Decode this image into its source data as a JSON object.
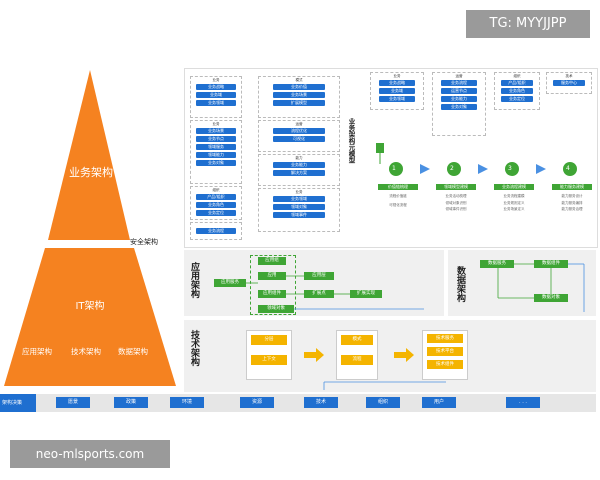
{
  "watermark_top": "TG: MYYJJPP",
  "watermark_bottom": "neo-mlsports.com",
  "pyramid": {
    "top_label": "业务架构",
    "security_label": "安全架构",
    "middle_label": "IT架构",
    "bottom_labels": [
      "应用架构",
      "技术架构",
      "数据架构"
    ]
  },
  "business_model": {
    "side_label": "业务架构元模型",
    "col1": [
      {
        "title": "业务",
        "items": [
          "业务战略",
          "业务域",
          "业务领域"
        ]
      },
      {
        "title": "业务",
        "items": [
          "业务场景",
          "业务节点",
          "领域服务",
          "领域能力",
          "业务对象"
        ]
      },
      {
        "title": "组织",
        "items": [
          "产品/组织",
          "业务角色",
          "业务定位"
        ]
      },
      {
        "title": "",
        "items": [
          "业务流程"
        ]
      }
    ],
    "col2": [
      {
        "title": "模式",
        "items": [
          "业务价值",
          "业务场景",
          "扩展模型"
        ]
      },
      {
        "title": "运营",
        "items": [
          "流程优化",
          "可视化"
        ]
      },
      {
        "title": "能力",
        "items": [
          "业务能力",
          "解决方案"
        ]
      },
      {
        "title": "业务",
        "items": [
          "业务领域",
          "领域对象",
          "领域事件"
        ]
      }
    ],
    "top_groups": [
      {
        "title": "业务",
        "items": [
          "业务战略",
          "业务域",
          "业务领域"
        ]
      },
      {
        "title": "运营",
        "items": [
          "业务流程",
          "运营节点",
          "业务能力",
          "业务对象"
        ]
      },
      {
        "title": "组织",
        "items": [
          "产品/组织",
          "业务角色",
          "业务定位"
        ]
      },
      {
        "title": "技术",
        "items": [
          "服务中心"
        ]
      }
    ],
    "steps": [
      "1",
      "2",
      "3",
      "4"
    ],
    "step_titles": [
      "价值链梳理",
      "领域模型建模",
      "业务流程建模",
      "能力服务建模"
    ],
    "step_details": [
      [
        "流程价值链",
        "可视化流程"
      ],
      [
        "业务活动梳理",
        "领域对象识别",
        "领域事件识别"
      ],
      [
        "业务流程建模",
        "业务规则定义",
        "业务场景定义"
      ],
      [
        "能力服务设计",
        "能力服务编排",
        "能力服务治理"
      ]
    ]
  },
  "app_arch": {
    "label": "应用架构",
    "boxes": [
      "应用组",
      "应用",
      "应用服务",
      "应用组件",
      "应用层",
      "扩展点",
      "扩展实现",
      "领域对象"
    ]
  },
  "data_arch": {
    "label": "数据架构",
    "boxes": [
      "数据服务",
      "数据组件",
      "数据对象"
    ]
  },
  "tech_arch": {
    "label": "技术架构",
    "col1": [
      "分层",
      "上下文"
    ],
    "col2": [
      "模式",
      "流程"
    ],
    "col3": [
      "技术服务",
      "技术平台",
      "技术组件"
    ]
  },
  "bottom_bar": {
    "label": "架构决策",
    "items": [
      "愿景",
      "政策",
      "环境",
      "资源",
      "技术",
      "组织",
      "用户",
      ". . ."
    ]
  },
  "colors": {
    "orange": "#f58220",
    "blue": "#1f6fd0",
    "green": "#3fa535",
    "yellow": "#f4b400",
    "watermark_bg": "#9a9a9a"
  }
}
